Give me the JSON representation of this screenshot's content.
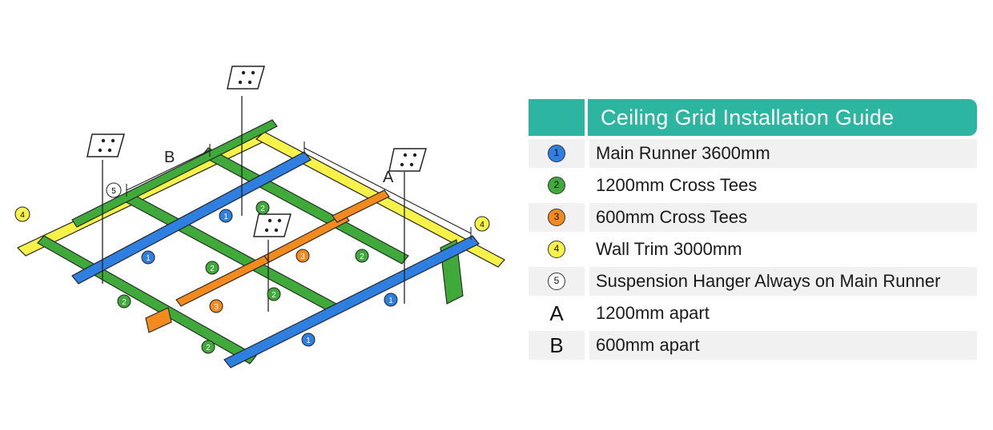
{
  "diagram": {
    "dimension_a": "A",
    "dimension_b": "B",
    "callouts": {
      "main_runner": "1",
      "cross_tee_1200": "2",
      "cross_tee_600": "3",
      "wall_trim": "4",
      "hanger": "5"
    }
  },
  "legend": {
    "title": "Ceiling Grid Installation Guide",
    "items": [
      {
        "key": "1",
        "color": "#2f7fe0",
        "label": "Main Runner 3600mm"
      },
      {
        "key": "2",
        "color": "#3faa3a",
        "label": "1200mm Cross Tees"
      },
      {
        "key": "3",
        "color": "#f28a1e",
        "label": "600mm Cross Tees"
      },
      {
        "key": "4",
        "color": "#f6f24a",
        "label": "Wall Trim 3000mm"
      },
      {
        "key": "5",
        "color": "#ffffff",
        "label": "Suspension Hanger Always on Main Runner"
      },
      {
        "key": "A",
        "color": "",
        "label": "1200mm apart"
      },
      {
        "key": "B",
        "color": "",
        "label": "600mm apart"
      }
    ]
  },
  "colors": {
    "header_teal": "#2cb5a1",
    "main_runner_blue": "#2f7fe0",
    "cross_tee_green": "#3faa3a",
    "cross_tee_orange": "#f28a1e",
    "wall_trim_yellow": "#f6f24a"
  }
}
